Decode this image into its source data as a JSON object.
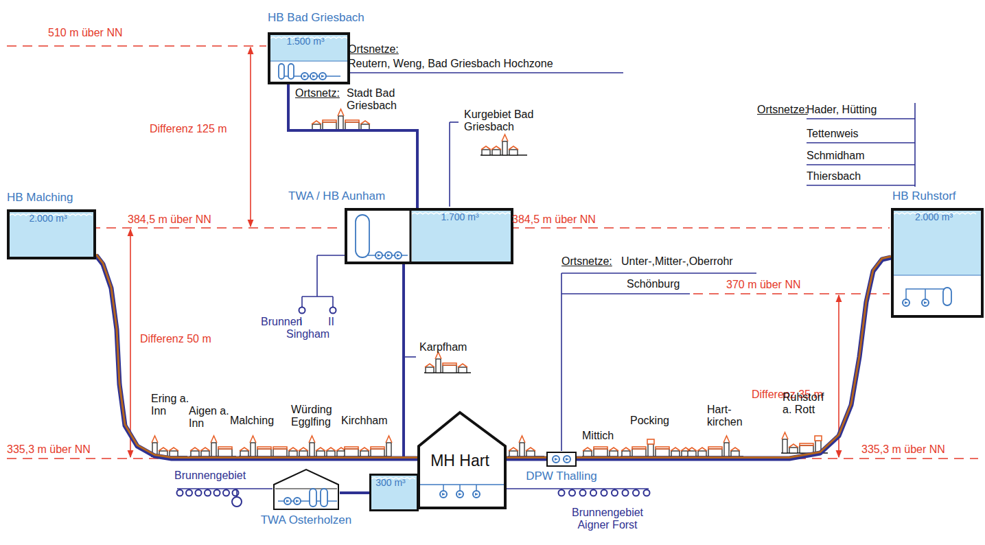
{
  "diagram": {
    "nodes": [
      {
        "text": [
          "HB Bad Griesbach",
          "1.500 m³"
        ]
      },
      {
        "text": [
          "TWA / HB Aunham",
          "1.700 m³"
        ]
      },
      {
        "text": [
          "HB Malching",
          "2.000 m³"
        ]
      },
      {
        "text": [
          "HB Ruhstorf",
          "2.000 m³"
        ]
      },
      {
        "text": [
          "MH Hart"
        ]
      },
      {
        "text": [
          "300 m³"
        ]
      },
      {
        "text": [
          "TWA Osterholzen"
        ]
      },
      {
        "text": [
          "DPW Thalling"
        ]
      }
    ],
    "edges": [
      {
        "from": 0,
        "to": 1,
        "arrow": "none"
      },
      {
        "from": 1,
        "to": 4,
        "arrow": "none"
      },
      {
        "from": 2,
        "to": 4,
        "arrow": "none"
      },
      {
        "from": 4,
        "to": 7,
        "arrow": "none"
      },
      {
        "from": 7,
        "to": 3,
        "arrow": "none"
      },
      {
        "from": 6,
        "to": 5,
        "arrow": "none"
      },
      {
        "from": 5,
        "to": 4,
        "arrow": "none"
      }
    ],
    "labels": [
      "510 m über NN",
      "Ortsnetze:",
      "Reutern, Weng, Bad Griesbach Hochzone",
      "Ortsnetz:",
      "Stadt Bad Griesbach",
      "Kurgebiet Bad Griesbach",
      "Ortsnetze:",
      "Hader, Hütting",
      "Tettenweis",
      "Schmidham",
      "Thiersbach",
      "Differenz 125 m",
      "384,5 m über NN",
      "384,5 m über NN",
      "Ortsnetze:",
      "Unter-,Mitter-,Oberrohr",
      "Schönburg",
      "370 m über NN",
      "Brunnen",
      "I",
      "II",
      "Singham",
      "Differenz 50 m",
      "Karpfham",
      "Differenz 35 m",
      "Ering a. Inn",
      "Aigen a. Inn",
      "Malching",
      "Würding Egglfing",
      "Kirchham",
      "Mittich",
      "Pocking",
      "Hart- kirchen",
      "Ruhstorf a. Rott",
      "335,3 m über NN",
      "335,3 m über NN",
      "Brunnengebiet",
      "Brunnengebiet Aigner Forst"
    ]
  }
}
